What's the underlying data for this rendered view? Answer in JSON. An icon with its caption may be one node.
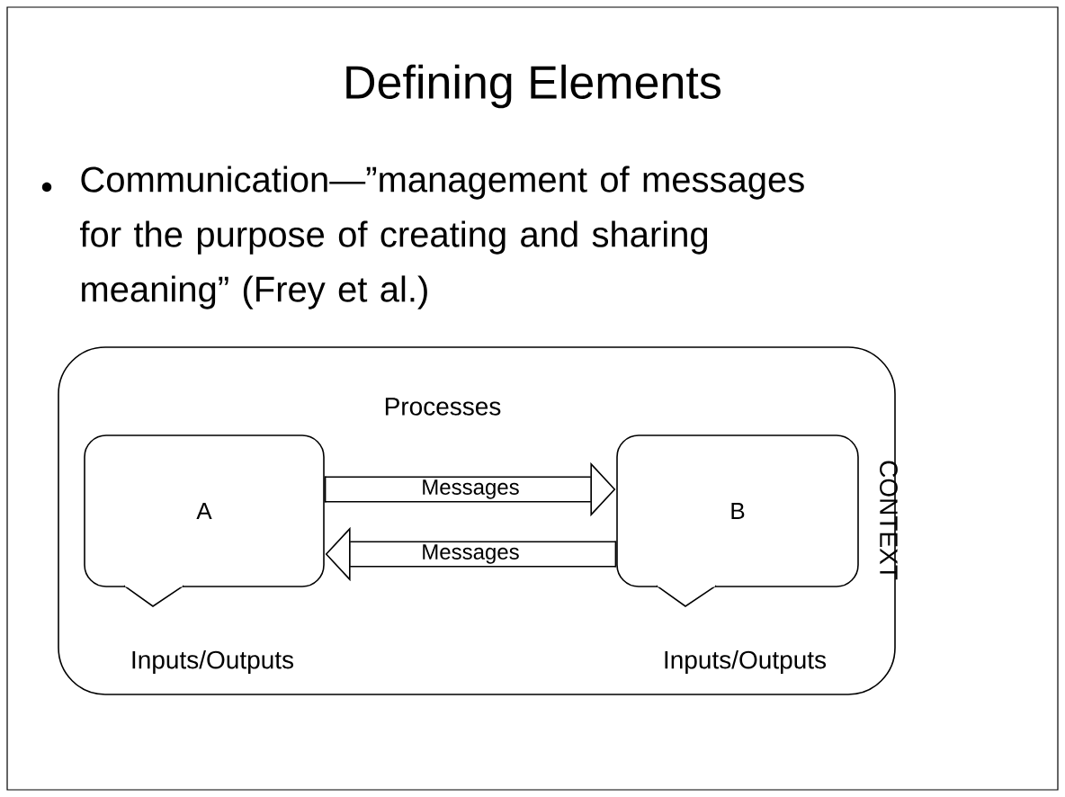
{
  "diagram": {
    "title": "Defining Elements",
    "nodes": [
      {
        "text": [
          "Processes"
        ],
        "beside": [
          "CONTEXT"
        ]
      },
      {
        "text": [
          "A"
        ],
        "in": 0,
        "beside": [
          "Inputs/Outputs"
        ]
      },
      {
        "text": [
          "B"
        ],
        "in": 0,
        "beside": [
          "Inputs/Outputs"
        ]
      }
    ],
    "edges": [
      {
        "from": 1,
        "to": 2,
        "arrow": "to",
        "label": "Messages"
      },
      {
        "from": 2,
        "to": 1,
        "arrow": "to",
        "label": "Messages"
      }
    ],
    "labels": [
      "Communication—”management of messages for the purpose of creating and sharing meaning” (Frey et al.)"
    ]
  }
}
